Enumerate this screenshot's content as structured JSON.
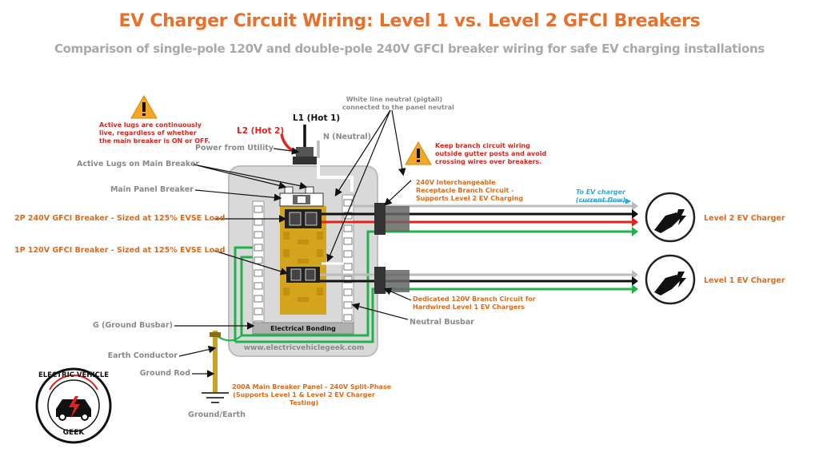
{
  "header": {
    "title": "EV Charger Circuit Wiring: Level 1 vs. Level 2 GFCI Breakers",
    "subtitle": "Comparison of single-pole 120V and double-pole 240V GFCI breaker wiring for safe EV charging installations"
  },
  "labels": {
    "active_lugs_warning": [
      "Active lugs are continuously",
      "live, regardless of whether",
      "the main breaker is ON or OFF."
    ],
    "l2_hot2": "L2 (Hot 2)",
    "l1_hot1": "L1 (Hot 1)",
    "n_neutral": "N (Neutral)",
    "pigtail_note": [
      "White line neutral (pigtail)",
      "connected to the panel neutral"
    ],
    "power_from_utility": "Power from Utility",
    "active_lugs_main": "Active Lugs on Main Breaker",
    "main_panel_breaker": "Main Panel Breaker",
    "gutter_warning": [
      "Keep branch circuit wiring",
      "outside gutter posts and avoid",
      "crossing wires over breakers."
    ],
    "branch_240": [
      "240V Interchangeable",
      "Receptacle Branch Circuit -",
      "Supports Level 2 EV Charging"
    ],
    "to_ev_charger": [
      "To EV charger",
      "(current flow)"
    ],
    "level2_charger": "Level 2 EV Charger",
    "level1_charger": "Level 1 EV Charger",
    "breaker_2p": "2P 240V GFCI Breaker - Sized at 125% EVSE Load",
    "breaker_1p": "1P 120V GFCI Breaker - Sized at 125% EVSE Load",
    "branch_120": [
      "Dedicated 120V Branch Circuit for",
      "Hardwired Level 1 EV Chargers"
    ],
    "neutral_busbar": "Neutral Busbar",
    "ground_busbar": "G (Ground Busbar)",
    "electrical_bonding": "Electrical Bonding",
    "website": "www.electricvehiclegeek.com",
    "earth_conductor": "Earth Conductor",
    "ground_rod": "Ground Rod",
    "ground_earth": "Ground/Earth",
    "panel_caption": [
      "200A Main Breaker Panel - 240V Split-Phase",
      "(Supports Level 1 & Level 2 EV Charger",
      "Testing)"
    ]
  },
  "logo": {
    "top_text": "ELECTRIC VEHICLE",
    "bottom_text": "GEEK"
  },
  "colors": {
    "title": "#e8702a",
    "subtitle": "#a9a9a9",
    "panel": "#d9d9d9",
    "busbar_gold": "#d4a51c",
    "hot1": "#111111",
    "hot2": "#e0231c",
    "neutral": "#b5b5b5",
    "ground": "#22b24c"
  }
}
